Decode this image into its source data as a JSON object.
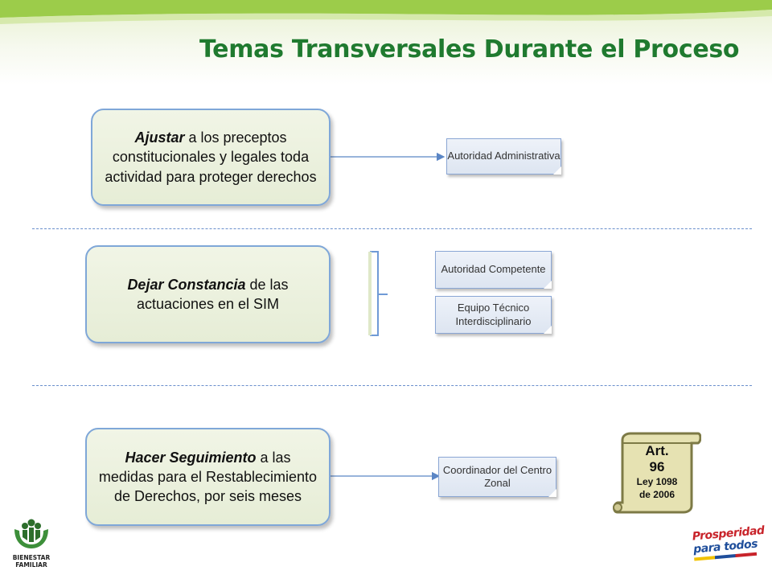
{
  "header": {
    "title": "Temas Transversales Durante el Proceso"
  },
  "rows": [
    {
      "box_bold": "Ajustar",
      "box_rest": " a los preceptos constitucionales y legales toda actividad para proteger derechos",
      "notes": [
        "Autoridad Administrativa"
      ]
    },
    {
      "box_bold": "Dejar  Constancia",
      "box_rest": " de las actuaciones en el SIM",
      "notes": [
        "Autoridad Competente",
        "Equipo Técnico Interdisciplinario"
      ]
    },
    {
      "box_bold": "Hacer Seguimiento",
      "box_rest": " a las medidas para el Restablecimiento de Derechos, por seis meses",
      "notes": [
        "Coordinador del Centro Zonal"
      ]
    }
  ],
  "scroll": {
    "line1": "Art.",
    "line2": "96",
    "line3": "Ley 1098",
    "line4": "de 2006"
  },
  "logos": {
    "left_line1": "BIENESTAR",
    "left_line2": "FAMILIAR",
    "right_line1": "Prosperidad",
    "right_line2": "para todos"
  },
  "colors": {
    "title": "#1f7a2f",
    "box_border": "#7fa7d8",
    "connector": "#5b86c5"
  }
}
